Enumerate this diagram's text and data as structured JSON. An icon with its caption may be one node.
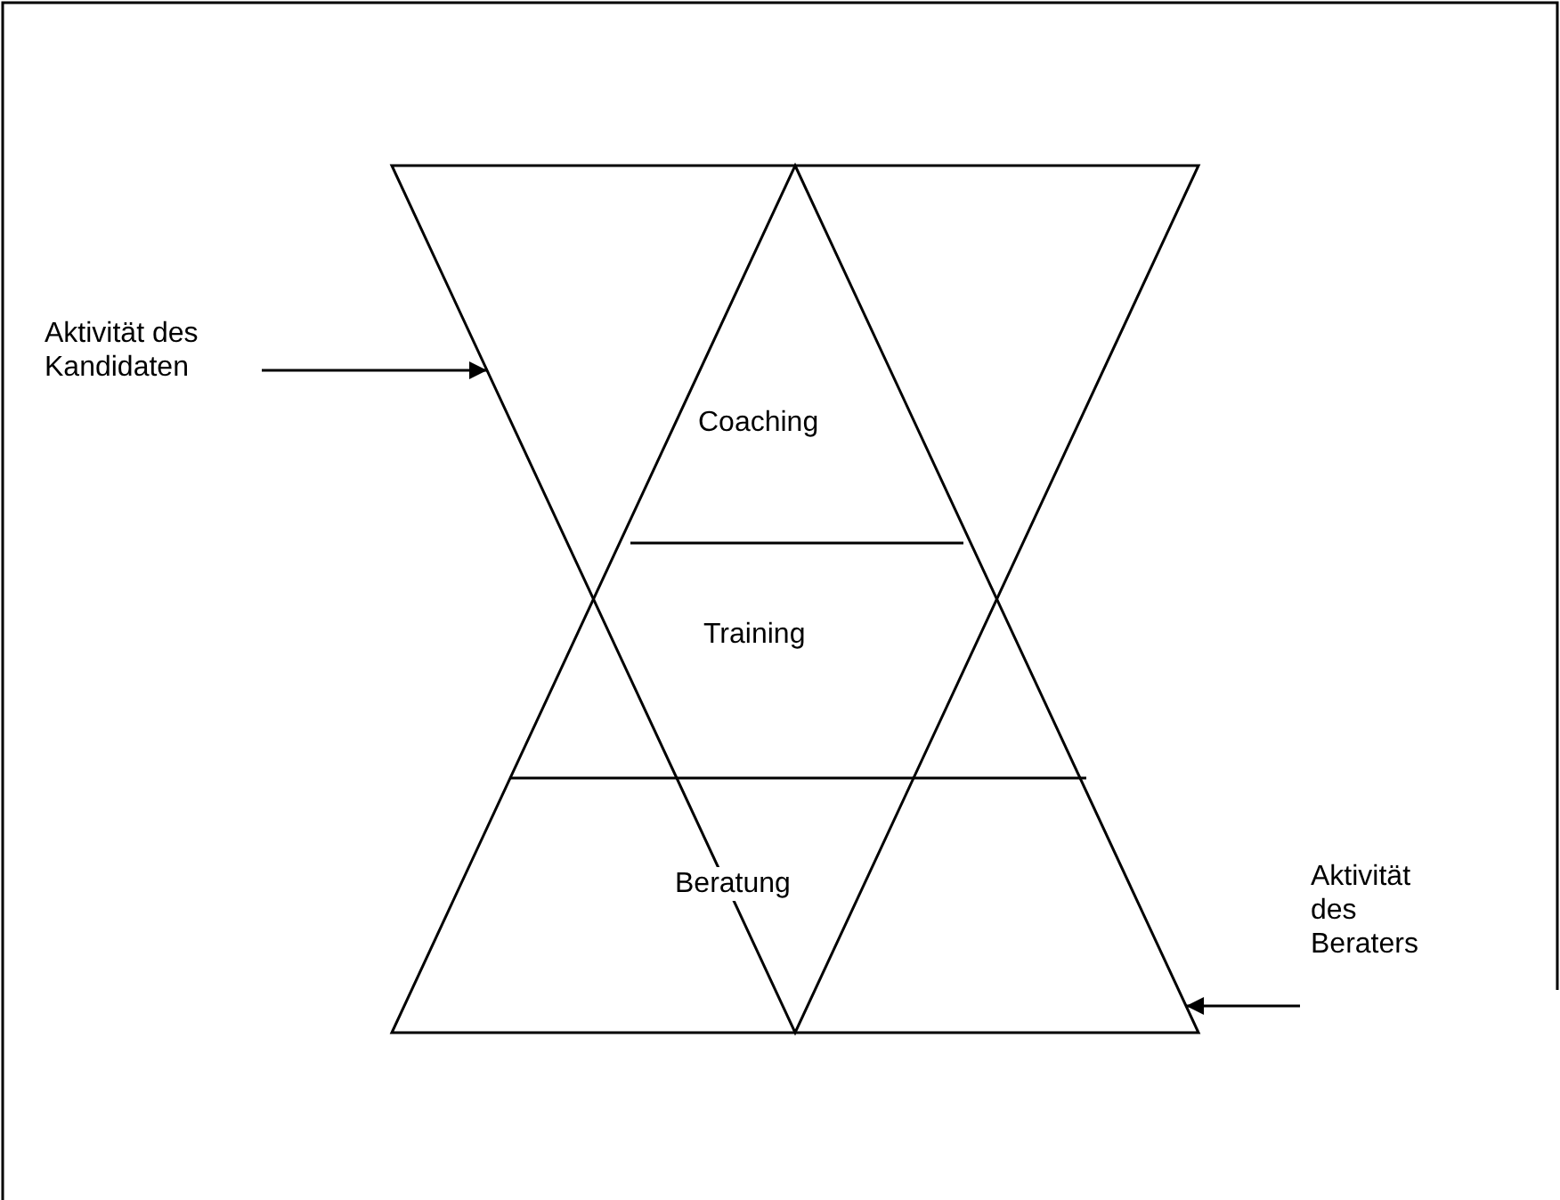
{
  "diagram": {
    "nodes": [
      {
        "text": [
          "Aktivität des Kandidaten"
        ]
      },
      {
        "text": [],
        "shape": "triangle"
      },
      {
        "text": [
          "Aktivität des Beraters"
        ]
      },
      {
        "text": [],
        "shape": "triangle"
      }
    ],
    "edges": [
      {
        "from": 0,
        "to": 1,
        "arrow": "to"
      },
      {
        "from": 2,
        "to": 3,
        "arrow": "to"
      }
    ],
    "labels": [
      "Coaching",
      "Training",
      "Beratung"
    ]
  }
}
